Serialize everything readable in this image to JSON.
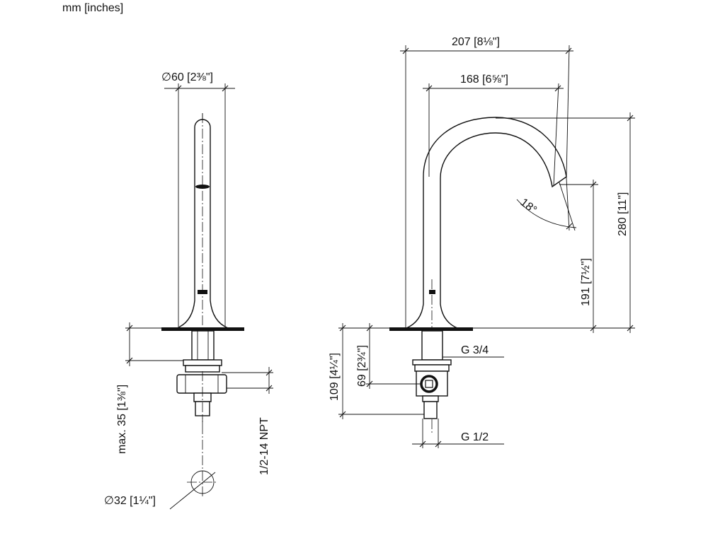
{
  "units_label": "mm [inches]",
  "left_view": {
    "dia_spout": "∅60 [2⅜\"]",
    "max_depth": "max. 35 [1⅜\"]",
    "thread": "1/2-14 NPT",
    "dia_hole": "∅32 [1¼\"]"
  },
  "right_view": {
    "reach": "207 [8⅛\"]",
    "reach_inner": "168 [6⅝\"]",
    "angle": "18°",
    "height_total": "280 [11\"]",
    "outlet_height": "191 [7½\"]",
    "shank_length": "109 [4¼\"]",
    "valve_depth": "69 [2¾\"]",
    "thread_upper": "G 3/4",
    "thread_lower": "G 1/2"
  }
}
